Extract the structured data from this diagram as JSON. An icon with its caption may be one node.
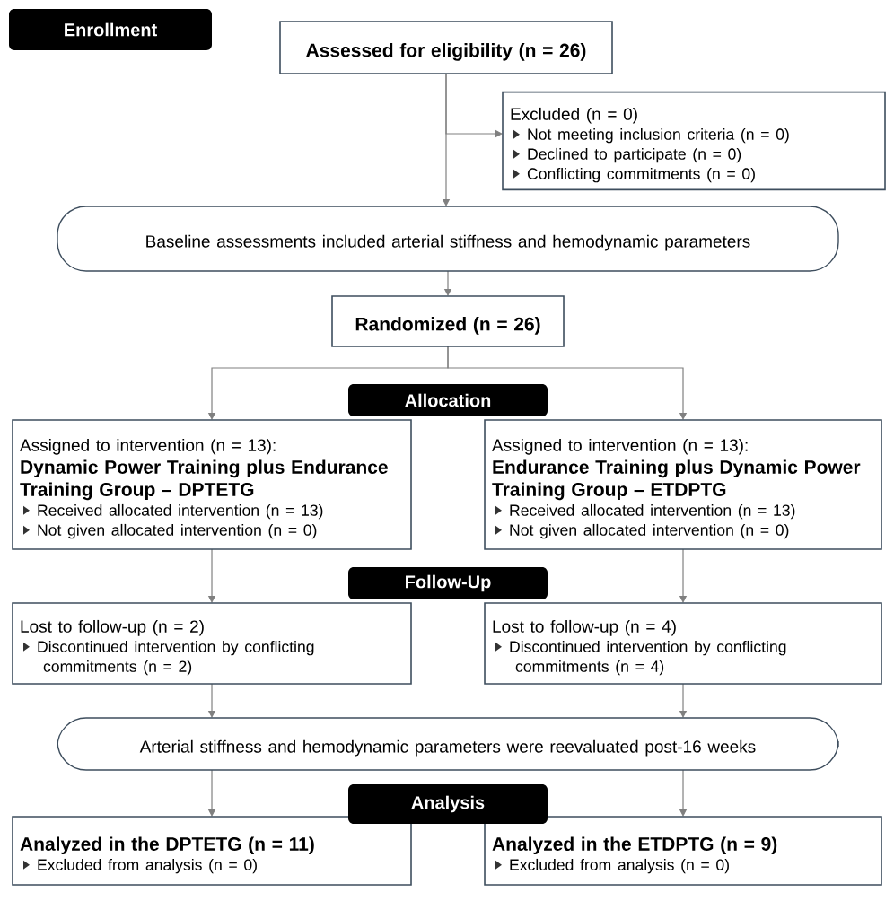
{
  "diagram": {
    "nodes": [
      {
        "text": [
          "Enrollment"
        ]
      },
      {
        "text": [
          "Assessed for eligibility (n = 26)"
        ]
      },
      {
        "text": [
          "Excluded (n = 0)",
          "Not meeting inclusion criteria (n = 0)",
          "Declined to participate (n = 0)",
          "Conflicting commitments (n = 0)"
        ]
      },
      {
        "text": [
          "Baseline assessments included arterial stiffness and hemodynamic parameters"
        ]
      },
      {
        "text": [
          "Randomized (n = 26)"
        ]
      },
      {
        "text": [
          "Allocation"
        ]
      },
      {
        "text": [
          "Assigned to intervention (n = 13):",
          "Dynamic Power Training plus Endurance Training Group – DPTETG",
          "Received allocated intervention (n = 13)",
          "Not given allocated intervention (n = 0)"
        ]
      },
      {
        "text": [
          "Assigned to intervention (n = 13):",
          "Endurance Training plus Dynamic Power Training Group – ETDPTG",
          "Received allocated intervention (n = 13)",
          "Not given allocated intervention (n = 0)"
        ]
      },
      {
        "text": [
          "Follow-Up"
        ]
      },
      {
        "text": [
          "Lost to follow-up (n = 2)",
          "Discontinued intervention by conflicting commitments (n = 2)"
        ]
      },
      {
        "text": [
          "Lost to follow-up (n = 4)",
          "Discontinued intervention by conflicting commitments (n = 4)"
        ]
      },
      {
        "text": [
          "Arterial stiffness and hemodynamic parameters were reevaluated post-16 weeks"
        ]
      },
      {
        "text": [
          "Analysis"
        ]
      },
      {
        "text": [
          "Analyzed in the DPTETG (n = 11)",
          "Excluded from analysis (n = 0)"
        ]
      },
      {
        "text": [
          "Analyzed in the ETDPTG (n = 9)",
          "Excluded from analysis (n = 0)"
        ]
      }
    ],
    "edges": [
      {
        "from": 1,
        "to": 3,
        "arrow": "to"
      },
      {
        "from": 1,
        "to": 2,
        "arrow": "to"
      },
      {
        "from": 3,
        "to": 4,
        "arrow": "to"
      },
      {
        "from": 4,
        "to": 6,
        "arrow": "to"
      },
      {
        "from": 4,
        "to": 7,
        "arrow": "to"
      },
      {
        "from": 6,
        "to": 9,
        "arrow": "to"
      },
      {
        "from": 7,
        "to": 10,
        "arrow": "to"
      },
      {
        "from": 9,
        "to": 11,
        "arrow": "to"
      },
      {
        "from": 10,
        "to": 11,
        "arrow": "to"
      },
      {
        "from": 11,
        "to": 13,
        "arrow": "to"
      },
      {
        "from": 11,
        "to": 14,
        "arrow": "to"
      }
    ]
  }
}
